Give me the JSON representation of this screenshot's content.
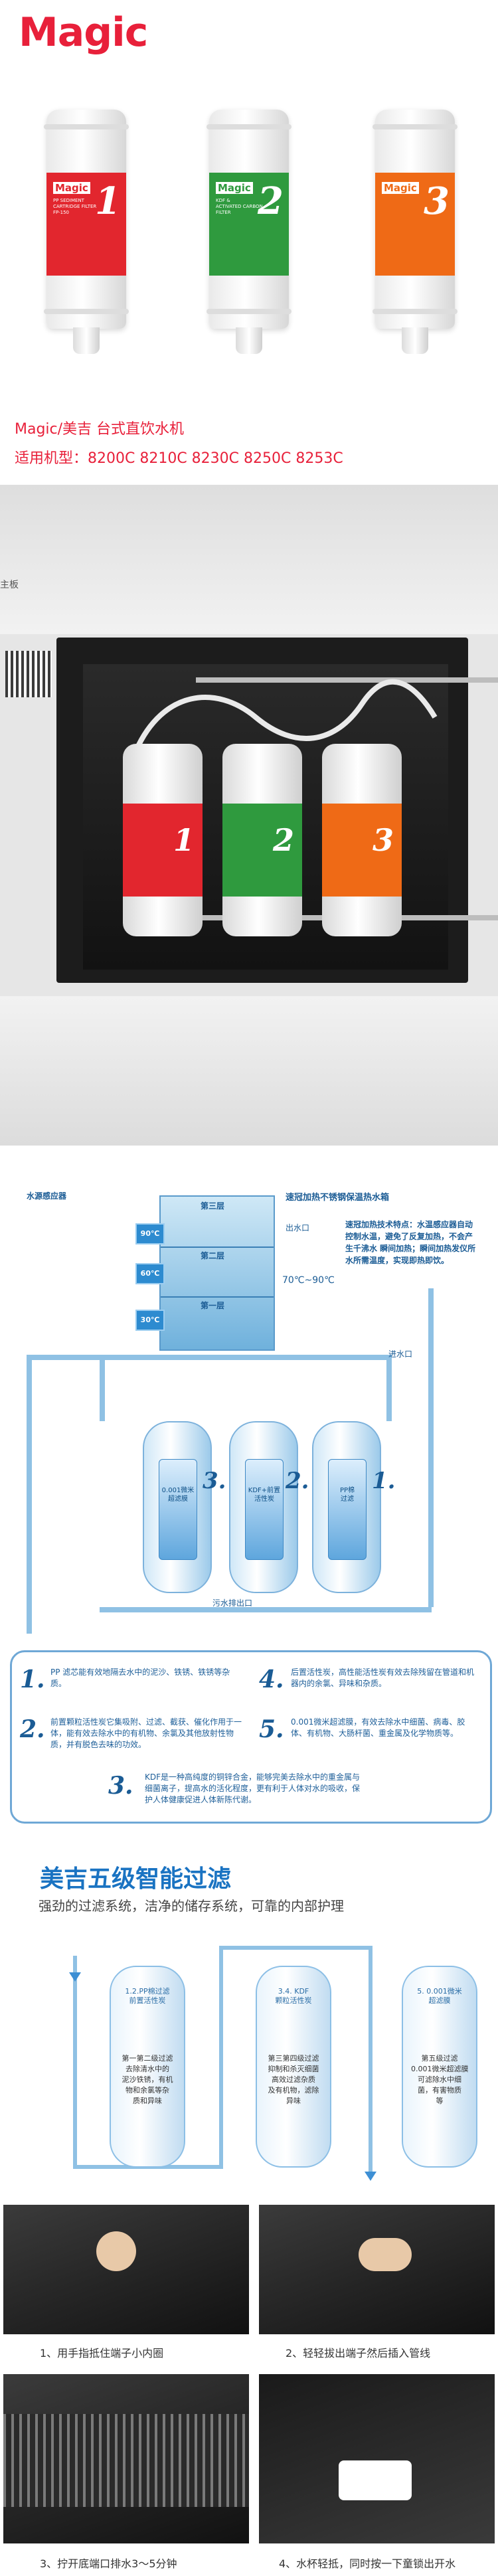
{
  "header": {
    "logo": "Magic",
    "cartridges": [
      {
        "brand": "Magic",
        "number": "1",
        "fine_print": "PP SEDIMENT\nCARTRIDGE FILTER\nFP-150",
        "color": "#e2262e"
      },
      {
        "brand": "Magic",
        "number": "2",
        "fine_print": "KDF &\nACTIVATED CARBON\nFILTER",
        "color": "#2f9a3e"
      },
      {
        "brand": "Magic",
        "number": "3",
        "fine_print": "",
        "color": "#ef6a16"
      }
    ],
    "product_title": "Magic/美吉 台式直饮水机",
    "models_line": "适用机型：8200C   8210C  8230C  8250C   8253C"
  },
  "install_photo": {
    "numbers": [
      "1",
      "2",
      "3"
    ],
    "side_label": "主板"
  },
  "diagram": {
    "sensor_label": "水源感应器",
    "tank_title": "速冠加热不锈钢保温热水箱",
    "temps": [
      "90℃",
      "60℃",
      "30℃"
    ],
    "layers": [
      "第三层",
      "第二层",
      "第一层"
    ],
    "outlet": "出水口",
    "temp_range": "70℃~90℃",
    "tank_desc": "速冠加热技术特点：水温感应器自动控制水温，避免了反复加热，不会产生千沸水 瞬间加热；瞬间加热发仪所水所需温度，实现即热即饮。",
    "inlet": "进水口",
    "drain": "污水排出口",
    "filters": [
      {
        "step": "3.",
        "core_text": "0.001微米\n超滤膜"
      },
      {
        "step": "2.",
        "core_text": "KDF+前置\n活性炭"
      },
      {
        "step": "1.",
        "core_text": "PP棉\n过滤"
      }
    ],
    "info": [
      {
        "num": "1.",
        "text": "PP 滤芯能有效地隔去水中的泥沙、铁锈、铁锈等杂质。"
      },
      {
        "num": "2.",
        "text": "前置颗粒活性炭它集吸附、过滤、截获、催化作用于一体，能有效去除水中的有机物、余氯及其他放射性物质，并有脱色去味的功效。"
      },
      {
        "num": "3.",
        "text": "KDF是一种高纯度的铜锌合金，能够完美去除水中的重金属与细菌离子，提高水的活化程度，更有利于人体对水的吸收，保护人体健康促进人体新陈代谢。"
      },
      {
        "num": "4.",
        "text": "后置活性炭，高性能活性炭有效去除残留在管道和机器内的余氯、异味和杂质。"
      },
      {
        "num": "5.",
        "text": "0.001微米超滤膜，有效去除水中细菌、病毒、胶体、有机物、大肠杆菌、重金属及化学物质等。"
      }
    ]
  },
  "five_level": {
    "title": "美吉五级智能过滤",
    "subtitle": "强劲的过滤系统，洁净的储存系统，可靠的内部护理",
    "stages": [
      {
        "top": "1.2.PP棉过滤\n前置活性炭",
        "desc": "第一第二级过滤\n去除清水中的\n泥沙铁锈，有机\n物和余氯等杂\n质和异味"
      },
      {
        "top": "3.4. KDF\n颗粒活性炭",
        "desc": "第三第四级过滤\n抑制和杀灭细菌\n高效过滤杂质\n及有机物，滤除\n异味"
      },
      {
        "top": "5. 0.001微米\n超滤膜",
        "desc": "第五级过滤\n0.001微米超滤膜\n可滤除水中细\n菌，有害物质\n等"
      }
    ]
  },
  "install_steps": [
    "1、用手指抵住端子小内圈",
    "2、轻轻拔出端子然后插入管线",
    "3、拧开底端口排水3～5分钟",
    "4、水杯轻抵，同时按一下童锁出开水"
  ]
}
